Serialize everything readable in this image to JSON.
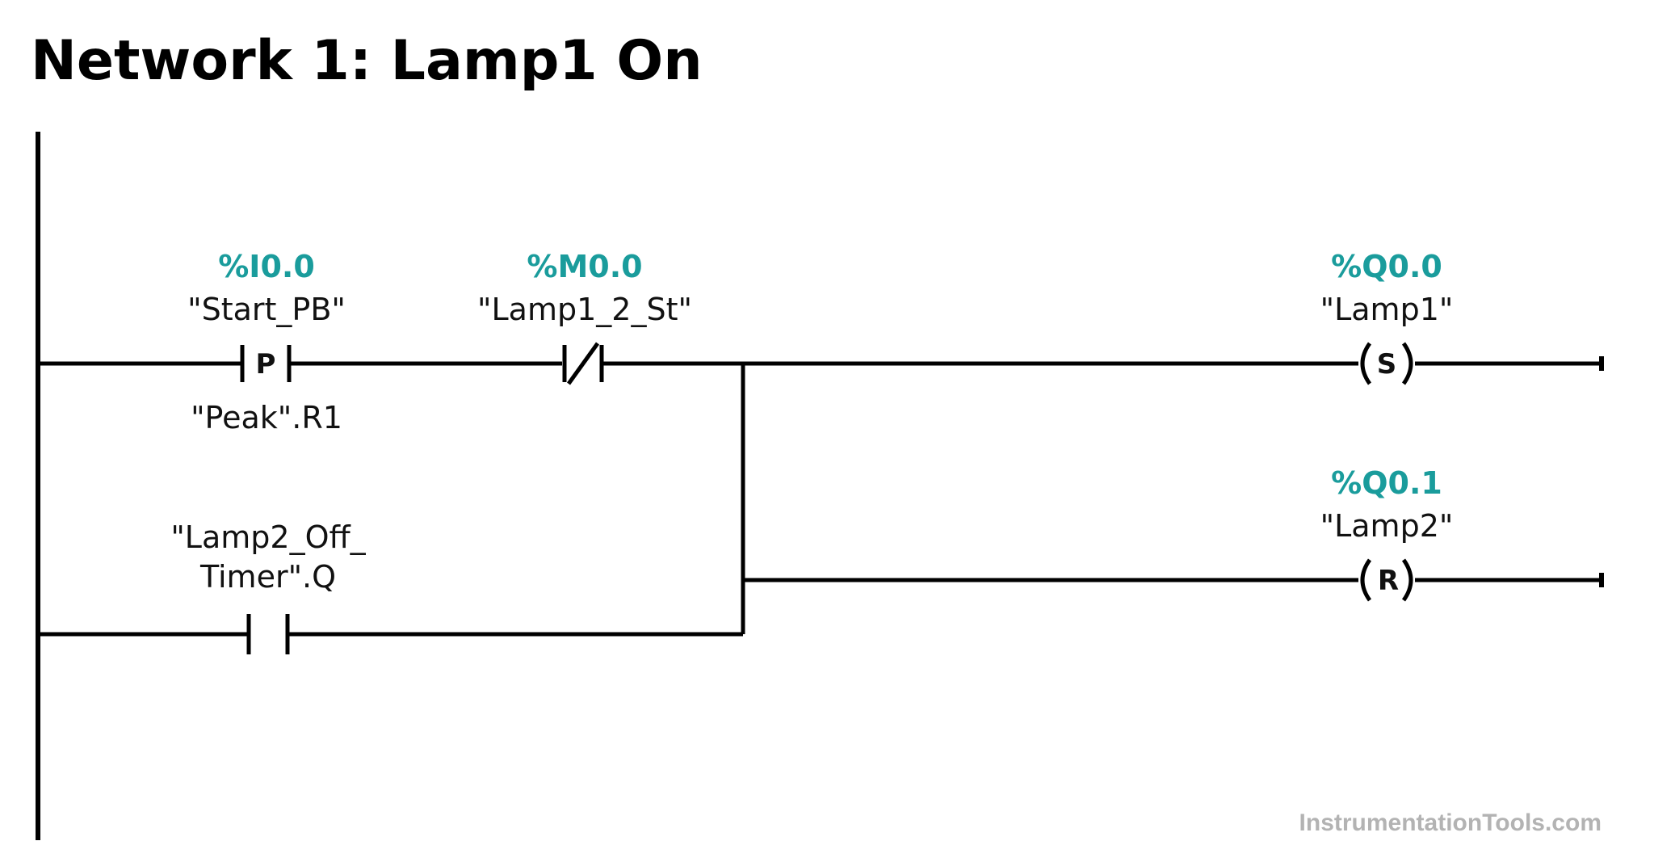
{
  "title": "Network 1: Lamp1 On",
  "colors": {
    "address": "#1a9c9c",
    "line": "#000000",
    "watermark": "#b3b3b3"
  },
  "contacts": [
    {
      "address": "%I0.0",
      "tag": "\"Start_PB\"",
      "type": "P",
      "edge_memory": "\"Peak\".R1"
    },
    {
      "address": "%M0.0",
      "tag": "\"Lamp1_2_St\"",
      "type": "NC"
    },
    {
      "tag_line1": "\"Lamp2_Off_",
      "tag_line2": "Timer\".Q",
      "type": "NO"
    }
  ],
  "coils": [
    {
      "address": "%Q0.0",
      "tag": "\"Lamp1\"",
      "letter": "S"
    },
    {
      "address": "%Q0.1",
      "tag": "\"Lamp2\"",
      "letter": "R"
    }
  ],
  "watermark": "InstrumentationTools.com"
}
